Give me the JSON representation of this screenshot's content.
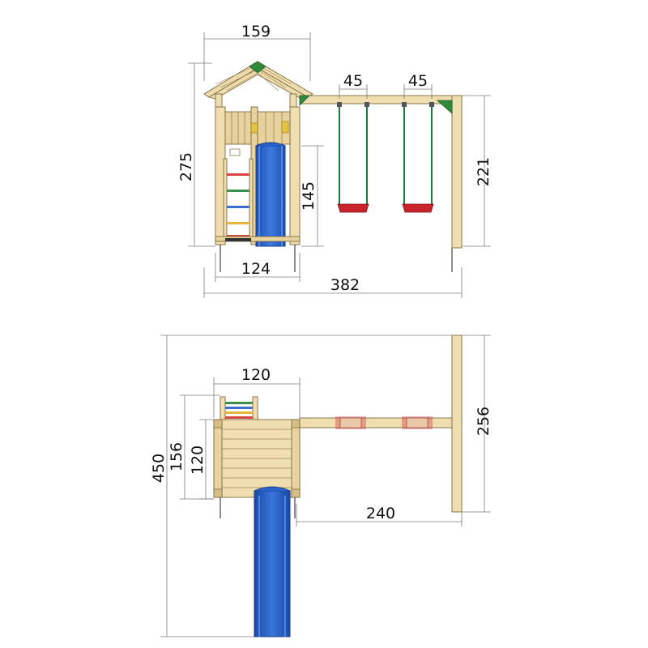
{
  "side_view": {
    "dimensions": {
      "roof_width": "159",
      "swing_spacing_left": "45",
      "swing_spacing_right": "45",
      "tower_height": "275",
      "platform_height": "145",
      "swing_beam_height": "221",
      "tower_base_width": "124",
      "total_length": "382"
    }
  },
  "top_view": {
    "dimensions": {
      "platform_width": "120",
      "total_depth": "450",
      "tower_depth": "156",
      "platform_depth": "120",
      "swing_frame_width": "256",
      "beam_length": "240"
    }
  },
  "colors": {
    "wood": "#f0deb1",
    "slide": "#2a63c9",
    "swing_seat": "#c9232c",
    "rope": "#1e7a3a",
    "roof_bracket": "#2f8a3c"
  }
}
